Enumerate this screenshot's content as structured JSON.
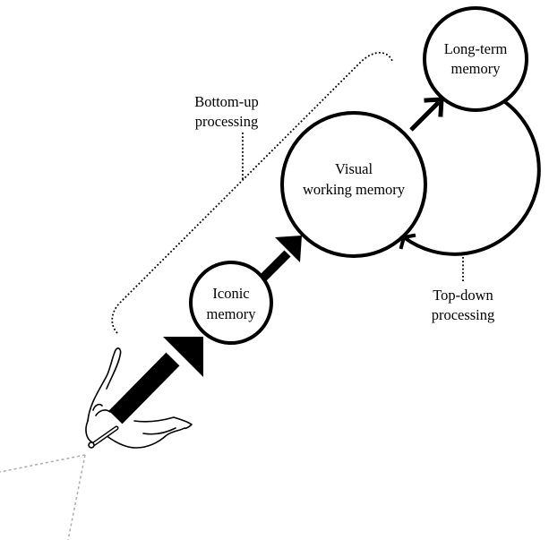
{
  "diagram": {
    "nodes": {
      "iconic": {
        "line1": "Iconic",
        "line2": "memory"
      },
      "visual_wm": {
        "line1": "Visual",
        "line2": "working memory"
      },
      "long_term": {
        "line1": "Long-term",
        "line2": "memory"
      }
    },
    "annotations": {
      "bottom_up": {
        "line1": "Bottom-up",
        "line2": "processing"
      },
      "top_down": {
        "line1": "Top-down",
        "line2": "processing"
      }
    },
    "colors": {
      "ink": "#000000",
      "paper": "#ffffff",
      "gaze": "#b0b0b0"
    },
    "icons": {
      "hand": "hand-holding-pen-icon"
    }
  }
}
